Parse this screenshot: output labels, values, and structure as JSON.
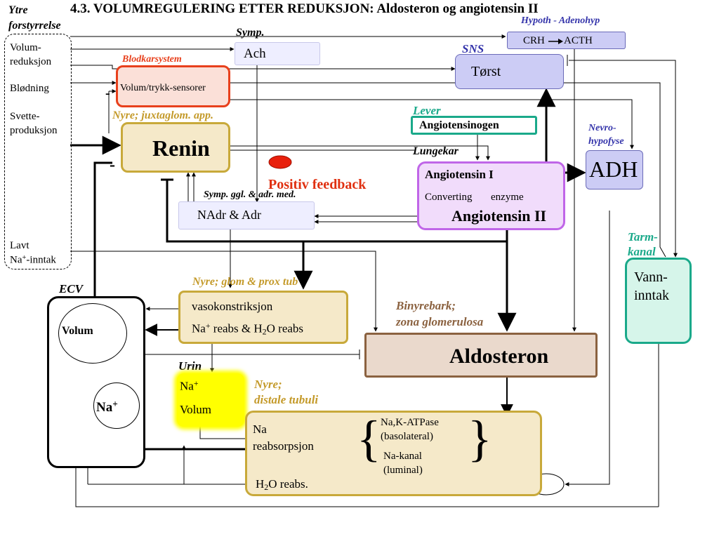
{
  "title": "4.3. VOLUMREGULERING ETTER REDUKSJON: Aldosteron og angiotensin II",
  "ytre": {
    "heading_line1": "Ytre",
    "heading_line2": "forstyrrelse",
    "volum_line1": "Volum-",
    "volum_line2": "reduksjon",
    "blodning": "Blødning",
    "svette_line1": "Svette-",
    "svette_line2": "produksjon",
    "lavt_line1": "Lavt",
    "lavt_na": "Na",
    "lavt_sup": "+",
    "lavt_rest": "-inntak"
  },
  "symp_label": "Symp.",
  "ach": "Ach",
  "blodkar_label": "Blodkarsystem",
  "sensor": "Volum/trykk-sensorer",
  "nyre_jux_label": "Nyre; juxtaglom. app.",
  "renin": "Renin",
  "minus1": "-",
  "minus2": "-",
  "symp_ggl_label": "Symp. ggl. & adr. med.",
  "nadr": "NAdr & Adr",
  "positive_feedback": "Positiv feedback",
  "hypoth_label": "Hypoth - Adenohyp",
  "crh": "CRH",
  "acth": "ACTH",
  "sns_label": "SNS",
  "torst": "Tørst",
  "lever_label": "Lever",
  "angiotensinogen": "Angiotensinogen",
  "lungekar_label": "Lungekar",
  "ang1": "Angiotensin I",
  "converting": "Converting",
  "enzyme": "enzyme",
  "ang2": "Angiotensin II",
  "nevro_line1": "Nevro-",
  "nevro_line2": "hypofyse",
  "adh": "ADH",
  "tarm_line1": "Tarm-",
  "tarm_line2": "kanal",
  "vann_line1": "Vann-",
  "vann_line2": "inntak",
  "ecv_label": "ECV",
  "volum": "Volum",
  "na_big": "Na",
  "na_big_sup": "+",
  "nyre_glom_label": "Nyre; glom & prox tub",
  "vasokon": "vasokonstriksjon",
  "reabs_na": "Na",
  "reabs_sup": "+",
  "reabs_mid": " reabs & H",
  "reabs_sub": "2",
  "reabs_end": "O reabs",
  "binyre_line1": "Binyrebark;",
  "binyre_line2": "zona glomerulosa",
  "aldosteron": "Aldosteron",
  "urin_label": "Urin",
  "urin_na": "Na",
  "urin_na_sup": "+",
  "urin_volum": "Volum",
  "distale_line1": "Nyre;",
  "distale_line2": "distale tubuli",
  "na_reabs_line1": "Na",
  "na_reabs_line2": "reabsorpsjon",
  "h2o_pre": "H",
  "h2o_sub": "2",
  "h2o_post": "O reabs.",
  "atpase_line1": "Na,K-ATPase",
  "atpase_line2": "(basolateral)",
  "nakanal_line1": "Na-kanal",
  "nakanal_line2": "(luminal)",
  "brace_open": "{",
  "brace_close": "}",
  "colors": {
    "title_blue": "#2e3192",
    "lavender": "#ccccf5",
    "lavender_border": "#6b6bb8",
    "ach_fill": "#eeeeff",
    "red": "#e8401c",
    "gold": "#c8a93a",
    "beige": "#f5e9c9",
    "teal": "#1aa98a",
    "teal_fill": "#d6f5ea",
    "violet": "#c066e8",
    "violet_fill": "#f1dcfb",
    "brown": "#8b6240",
    "brown_fill": "#ead9cc",
    "arrow_green": "#1cb58b",
    "yellow": "#ffff00",
    "feedback_red": "#e03010",
    "hypoth_blue": "#3333aa",
    "label_gold": "#c49a2a",
    "binyre_brown": "#8b6240"
  }
}
